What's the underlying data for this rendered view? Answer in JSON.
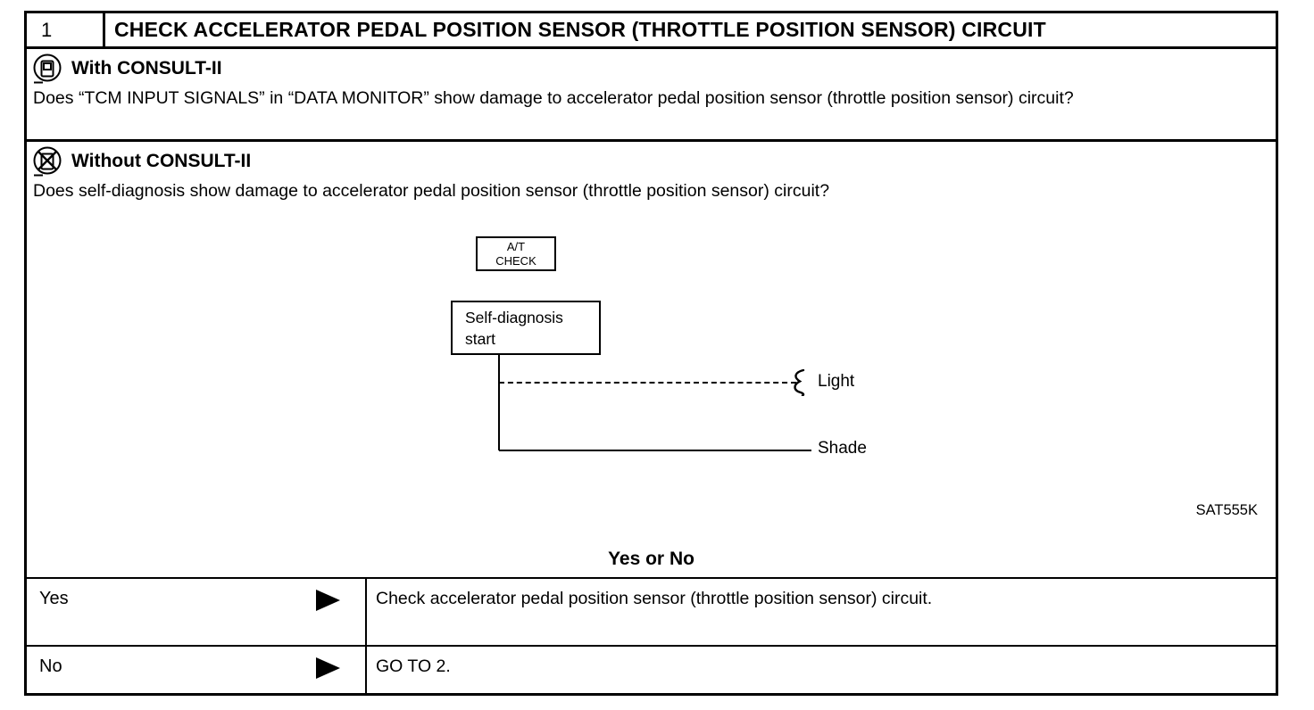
{
  "header": {
    "step_number": "1",
    "title": "CHECK ACCELERATOR PEDAL POSITION SENSOR (THROTTLE POSITION SENSOR) CIRCUIT"
  },
  "with_consult": {
    "icon": "consult-ii-tool-icon",
    "heading": "With CONSULT-II",
    "question": "Does “TCM INPUT SIGNALS” in “DATA MONITOR” show damage to accelerator pedal position sensor (throttle position sensor) circuit?"
  },
  "without_consult": {
    "icon": "consult-ii-tool-crossed-icon",
    "heading": "Without CONSULT-II",
    "question": "Does self-diagnosis show damage to accelerator pedal position sensor (throttle position sensor) circuit?"
  },
  "diagram": {
    "check_box_line1": "A/T",
    "check_box_line2": "CHECK",
    "start_box_line1": "Self-diagnosis",
    "start_box_line2": "start",
    "light_label": "Light",
    "shade_label": "Shade",
    "figure_code": "SAT555K"
  },
  "decision": {
    "prompt": "Yes or No",
    "rows": [
      {
        "label": "Yes",
        "action": "Check accelerator pedal position sensor (throttle position sensor) circuit."
      },
      {
        "label": "No",
        "action": "GO TO 2."
      }
    ]
  },
  "colors": {
    "border": "#000000",
    "background": "#ffffff",
    "text": "#000000"
  }
}
